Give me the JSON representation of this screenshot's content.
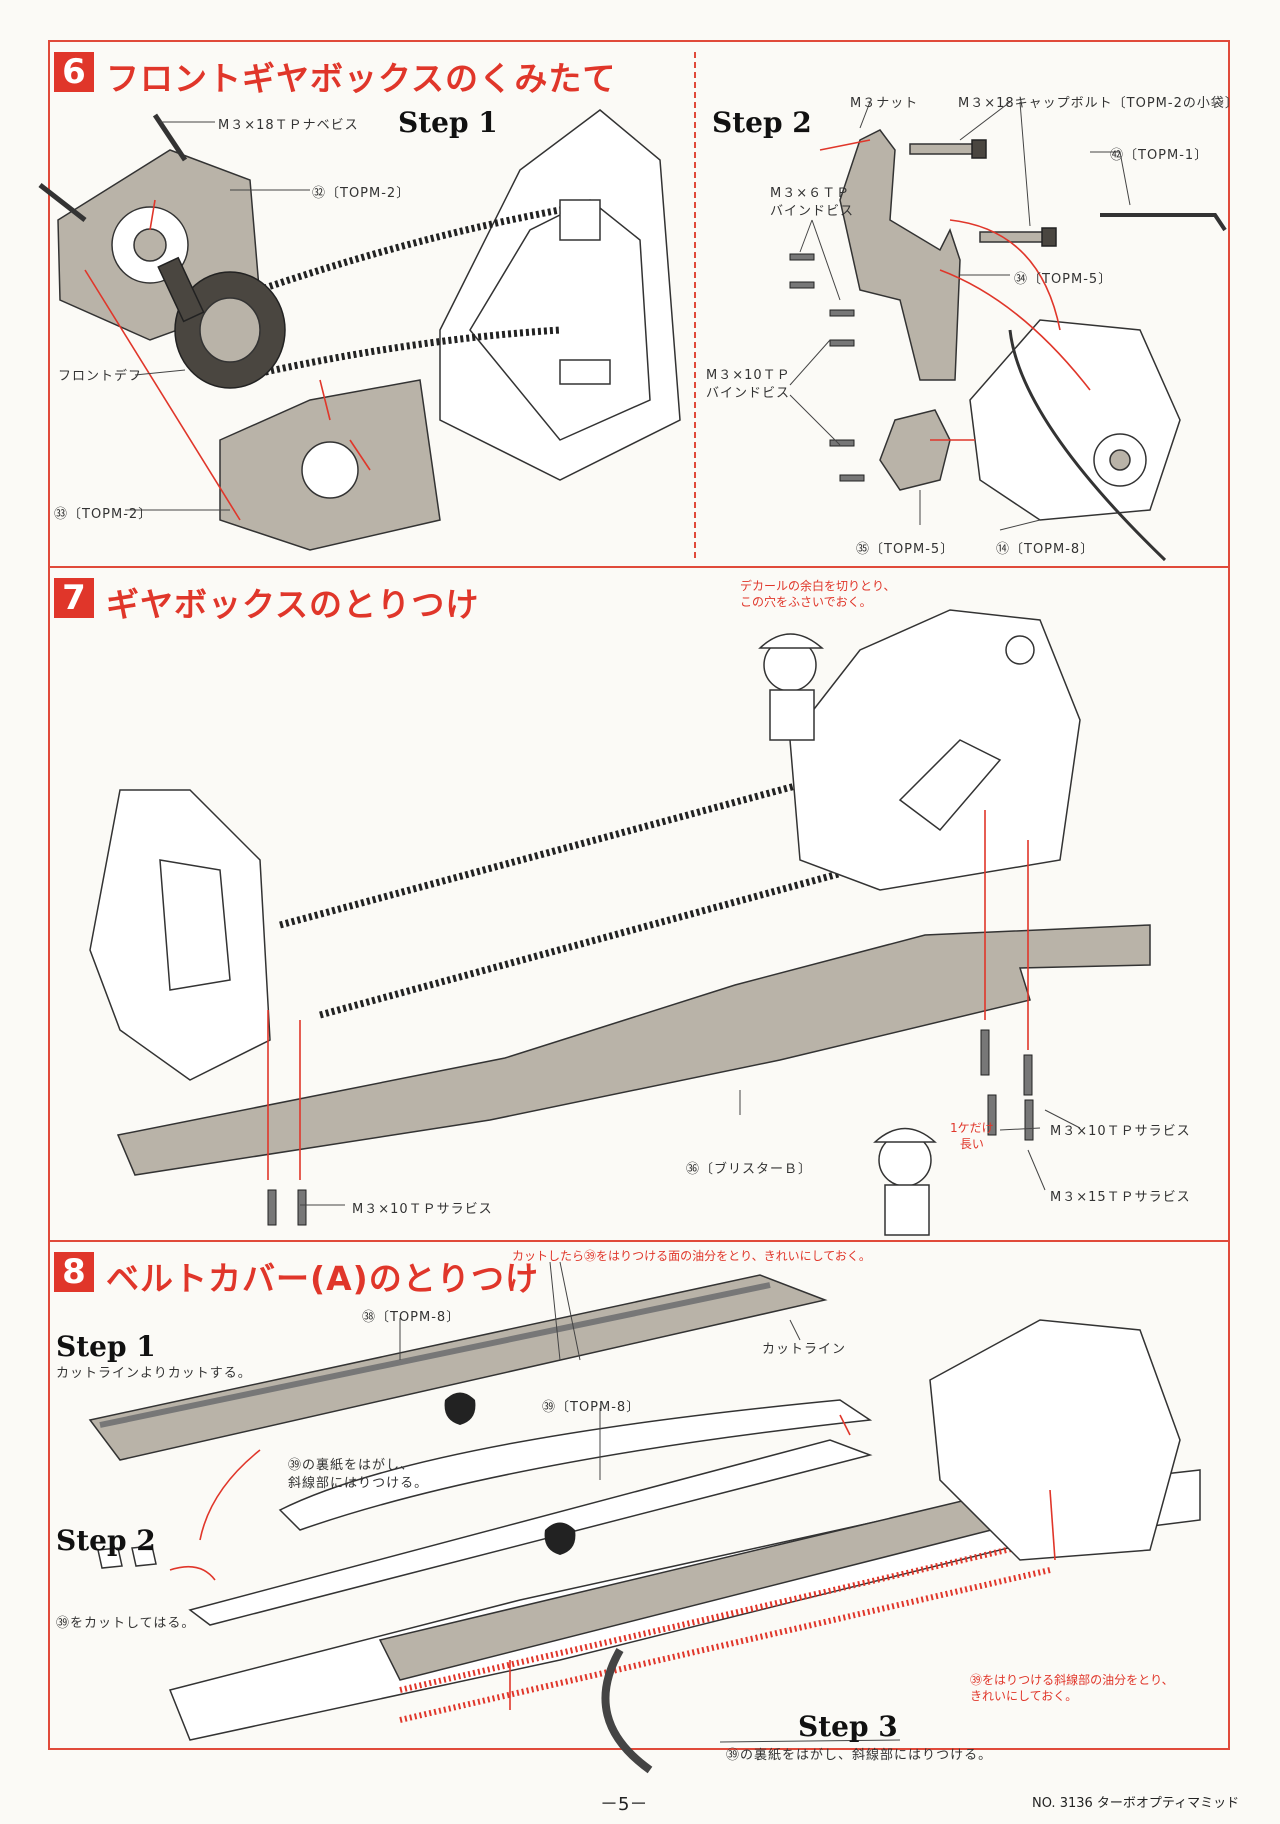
{
  "sections": [
    {
      "number": "6",
      "title": "フロントギヤボックスのくみたて"
    },
    {
      "number": "7",
      "title": "ギヤボックスのとりつけ"
    },
    {
      "number": "8",
      "title": "ベルトカバー(A)のとりつけ"
    }
  ],
  "s6": {
    "step1": "Step 1",
    "step2": "Step 2",
    "l_screw18": "M３×18ＴＰナベビス",
    "l_32": "㉜〔TOPM-2〕",
    "l_front_diff": "フロントデフ",
    "l_33": "㉝〔TOPM-2〕",
    "l_nut": "M３ナット",
    "l_capbolt": "M３×18キャップボルト〔TOPM-2の小袋〕",
    "l_62": "㊷〔TOPM-1〕",
    "l_bind6a": "M３×６ＴＰ",
    "l_bind6b": "バインドビス",
    "l_34": "㉞〔TOPM-5〕",
    "l_bind10a": "M３×10ＴＰ",
    "l_bind10b": "バインドビス",
    "l_35": "㉟〔TOPM-5〕",
    "l_143": "⑭〔TOPM-8〕"
  },
  "s7": {
    "note1": "デカールの余白を切りとり、",
    "note2": "この穴をふさいでおく。",
    "only_one_1": "1ケだけ",
    "only_one_2": "長い",
    "l_screw10r": "M３×10ＴＰサラビス",
    "l_screw15": "M３×15ＴＰサラビス",
    "l_36": "㊱〔ブリスターＢ〕",
    "l_screw10l": "M３×10ＴＰサラビス"
  },
  "s8": {
    "top_note": "カットしたら㊴をはりつける面の油分をとり、きれいにしておく。",
    "l_38": "㊳〔TOPM-8〕",
    "step1": "Step 1",
    "step1_text": "カットラインよりカットする。",
    "cut_line": "カットライン",
    "l_39": "㊴〔TOPM-8〕",
    "peel_1": "㊴の裏紙をはがし、",
    "peel_2": "斜線部にはりつける。",
    "step2": "Step 2",
    "step2_text": "㊴をカットしてはる。",
    "oil_1": "㊴をはりつける斜線部の油分をとり、",
    "oil_2": "きれいにしておく。",
    "step3": "Step 3",
    "step3_text": "㊴の裏紙をはがし、斜線部にはりつける。"
  },
  "footer": {
    "page": "－5－",
    "model": "NO. 3136  ターボオプティマミッド"
  },
  "colors": {
    "accent": "#e0362a",
    "plate": "#b9b3a8"
  }
}
